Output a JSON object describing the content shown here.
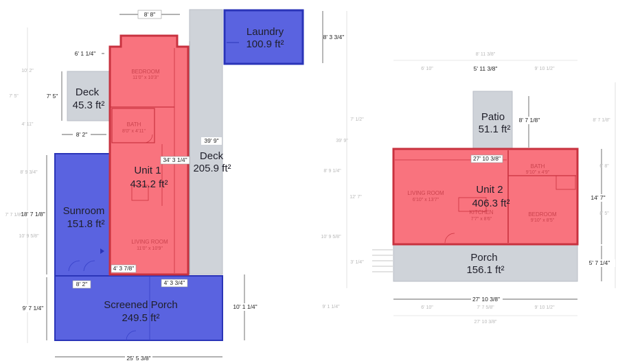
{
  "colors": {
    "unit": "#f9737e",
    "unit_edge": "#c8323f",
    "outdoor": "#cfd3d9",
    "sunroom": "#4f59de",
    "sunroom_edge": "#2a34b8"
  },
  "rooms": {
    "laundry": {
      "name": "Laundry",
      "area": "100.9 ft²"
    },
    "deck_small": {
      "name": "Deck",
      "area": "45.3 ft²"
    },
    "unit1": {
      "name": "Unit 1",
      "area": "431.2 ft²"
    },
    "deck_large": {
      "name": "Deck",
      "area": "205.9 ft²"
    },
    "sunroom": {
      "name": "Sunroom",
      "area": "151.8 ft²"
    },
    "screened_porch": {
      "name": "Screened Porch",
      "area": "249.5 ft²"
    },
    "patio": {
      "name": "Patio",
      "area": "51.1 ft²"
    },
    "unit2": {
      "name": "Unit 2",
      "area": "406.3 ft²"
    },
    "porch": {
      "name": "Porch",
      "area": "156.1 ft²"
    }
  },
  "subrooms": {
    "u1_bedroom": {
      "name": "BEDROOM",
      "dims": "11'0\" x 10'3\""
    },
    "u1_bath": {
      "name": "BATH",
      "dims": "8'0\" x 4'11\""
    },
    "u1_living": {
      "name": "LIVING ROOM",
      "dims": "11'0\" x 10'9\""
    },
    "u2_living": {
      "name": "LIVING ROOM",
      "dims": "6'10\" x 13'7\""
    },
    "u2_kitchen": {
      "name": "KITCHEN",
      "dims": "7'7\" x 8'6\""
    },
    "u2_bath": {
      "name": "BATH",
      "dims": "9'10\" x 4'9\""
    },
    "u2_bedroom": {
      "name": "BEDROOM",
      "dims": "9'10\" x 8'5\""
    }
  },
  "dimensions": {
    "d1": "8' 8\"",
    "d2": "8' 3 3/4\"",
    "d3": "6' 1 1/4\"",
    "d4": "7' 5\"",
    "d5": "8' 2\"",
    "d6": "39' 9\"",
    "d7": "34' 3 1/4\"",
    "d8": "18' 7 1/8\"",
    "d9": "4' 3 7/8\"",
    "d10": "4' 3 3/4\"",
    "d11": "8' 2\"",
    "d12": "9' 7 1/4\"",
    "d13": "10' 1 1/4\"",
    "d14": "25' 5 3/8\"",
    "d15": "5' 11 3/8\"",
    "d16": "8' 7 1/8\"",
    "d17": "27' 10 3/8\"",
    "d18": "14' 7\"",
    "d19": "5' 7 1/4\"",
    "d20": "27' 10 3/8\""
  },
  "faint_dimensions": {
    "f1": "10' 2\"",
    "f2": "7' 5\"",
    "f3": "4' 11\"",
    "f4": "8' 9 3/4\"",
    "f5": "7' 7 1/8\"",
    "f6": "10' 9 5/8\"",
    "f7": "8' 11 3/8\"",
    "f8": "6' 10\"",
    "f9": "9' 10 1/2\"",
    "f10": "7' 1/2\"",
    "f11": "39' 9\"",
    "f12": "8' 7 1/8\"",
    "f13": "6' 8\"",
    "f14": "12' 7\"",
    "f15": "8' 9 1/4\"",
    "f16": "10' 9 5/8\"",
    "f17": "3' 1/4\"",
    "f18": "8' 5\"",
    "f19": "9' 1 1/4\"",
    "f20": "7' 7 5/8\"",
    "f21": "27' 10 3/8\"",
    "f22": "6' 10\"",
    "f23": "9' 10 1/2\""
  }
}
